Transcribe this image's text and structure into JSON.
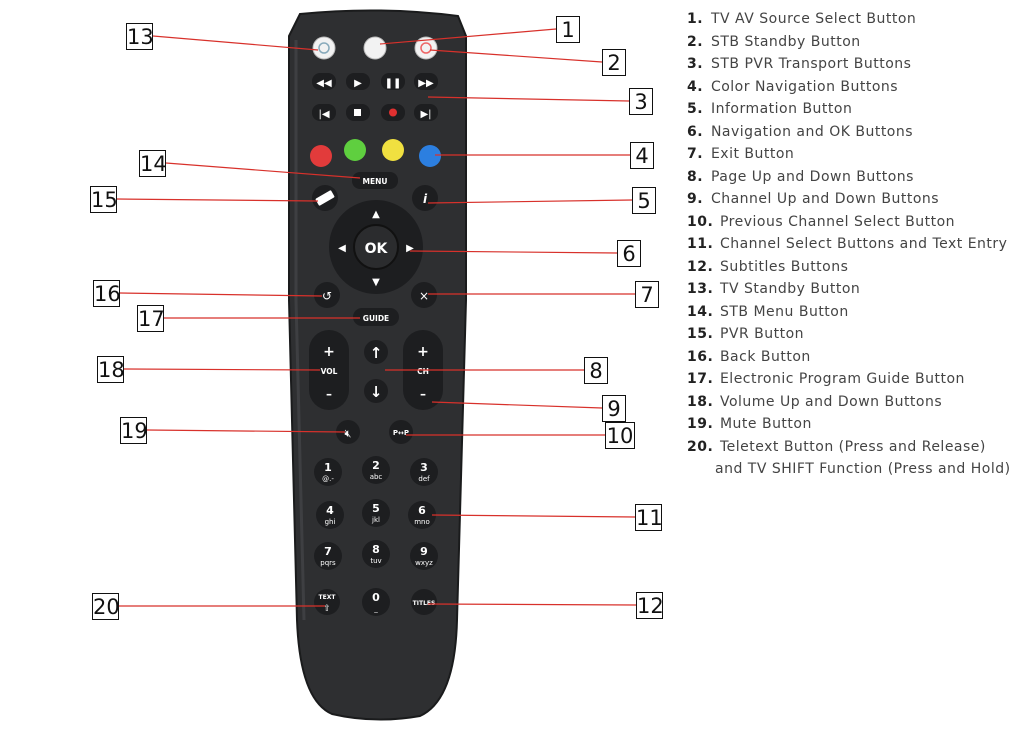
{
  "legend": [
    {
      "num": "1.",
      "text": "TV AV Source Select Button"
    },
    {
      "num": "2.",
      "text": "STB Standby Button"
    },
    {
      "num": "3.",
      "text": "STB PVR Transport Buttons"
    },
    {
      "num": "4.",
      "text": "Color Navigation Buttons"
    },
    {
      "num": "5.",
      "text": "Information Button"
    },
    {
      "num": "6.",
      "text": "Navigation and OK Buttons"
    },
    {
      "num": "7.",
      "text": "Exit Button"
    },
    {
      "num": "8.",
      "text": "Page Up and Down Buttons"
    },
    {
      "num": "9.",
      "text": "Channel Up and Down Buttons"
    },
    {
      "num": "10.",
      "text": "Previous Channel Select Button"
    },
    {
      "num": "11.",
      "text": "Channel Select Buttons and Text Entry"
    },
    {
      "num": "12.",
      "text": "Subtitles Buttons"
    },
    {
      "num": "13.",
      "text": "TV Standby Button"
    },
    {
      "num": "14.",
      "text": "STB Menu Button"
    },
    {
      "num": "15.",
      "text": "PVR Button"
    },
    {
      "num": "16.",
      "text": "Back Button"
    },
    {
      "num": "17.",
      "text": "Electronic Program Guide Button"
    },
    {
      "num": "18.",
      "text": "Volume Up and Down Buttons"
    },
    {
      "num": "19.",
      "text": "Mute Button"
    },
    {
      "num": "20.",
      "text": "Teletext Button (Press and Release)",
      "text2": "and TV SHIFT Function (Press and Hold)"
    }
  ],
  "callouts": [
    "13",
    "1",
    "2",
    "3",
    "4",
    "14",
    "15",
    "5",
    "6",
    "16",
    "7",
    "17",
    "18",
    "8",
    "9",
    "19",
    "10",
    "11",
    "20",
    "12"
  ],
  "remote": {
    "menu_label": "MENU",
    "ok_label": "OK",
    "guide_label": "GUIDE",
    "vol_label": "VOL",
    "ch_label": "CH",
    "plus_label": "+",
    "minus_label": "–",
    "prev_channel_label": "P↔P",
    "text_label": "TEXT",
    "titles_label": "TITLES",
    "keys": [
      {
        "digit": "1",
        "letters": "@.-"
      },
      {
        "digit": "2",
        "letters": "abc"
      },
      {
        "digit": "3",
        "letters": "def"
      },
      {
        "digit": "4",
        "letters": "ghi"
      },
      {
        "digit": "5",
        "letters": "jkl"
      },
      {
        "digit": "6",
        "letters": "mno"
      },
      {
        "digit": "7",
        "letters": "pqrs"
      },
      {
        "digit": "8",
        "letters": "tuv"
      },
      {
        "digit": "9",
        "letters": "wxyz"
      },
      {
        "digit": "0",
        "letters": "_"
      }
    ],
    "colors": {
      "body": "#2e2f31",
      "button": "#1d1e20",
      "red": "#e23b3b",
      "green": "#5fcf3f",
      "yellow": "#f0e040",
      "blue": "#2c7fe0",
      "record": "#e03030",
      "leader": "#d8312b"
    }
  }
}
